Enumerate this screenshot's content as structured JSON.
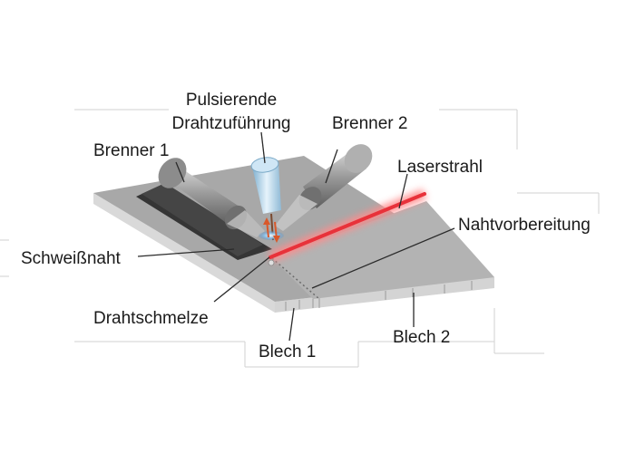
{
  "labels": {
    "pulsierende": "Pulsierende",
    "drahtzufuehrung": "Drahtzuführung",
    "brenner1": "Brenner 1",
    "brenner2": "Brenner 2",
    "laserstrahl": "Laserstrahl",
    "nahtvorbereitung": "Nahtvorbereitung",
    "schweissnaht": "Schweißnaht",
    "drahtschmelze": "Drahtschmelze",
    "blech1": "Blech 1",
    "blech2": "Blech 2"
  },
  "colors": {
    "plate_top": "#a8a8a8",
    "plate_side": "#d6d6d6",
    "weld_seam": "#3a3a3a",
    "laser": "#e8323a",
    "torch": "#9a9a9a",
    "wire_feed": "#a9cfe6"
  }
}
